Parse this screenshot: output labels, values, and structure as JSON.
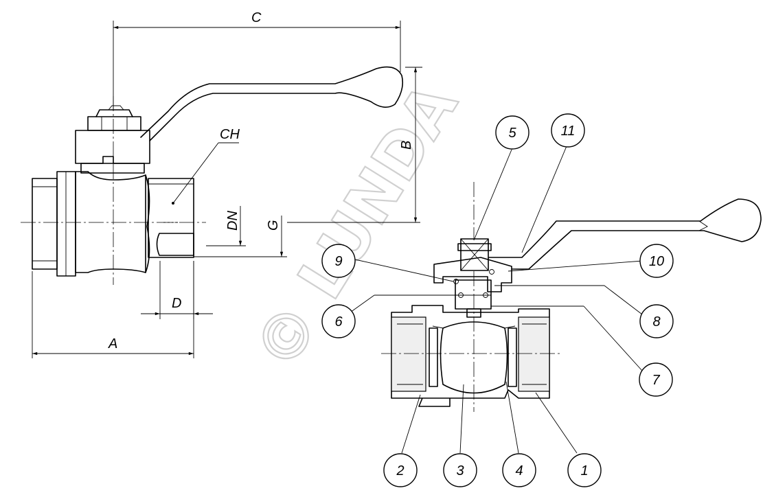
{
  "dimensions": {
    "A": "A",
    "B": "B",
    "C": "C",
    "D": "D",
    "G": "G",
    "DN": "DN",
    "CH": "CH"
  },
  "part_callouts": [
    "1",
    "2",
    "3",
    "4",
    "5",
    "6",
    "7",
    "8",
    "9",
    "10",
    "11"
  ],
  "watermark": "© LUNDA"
}
